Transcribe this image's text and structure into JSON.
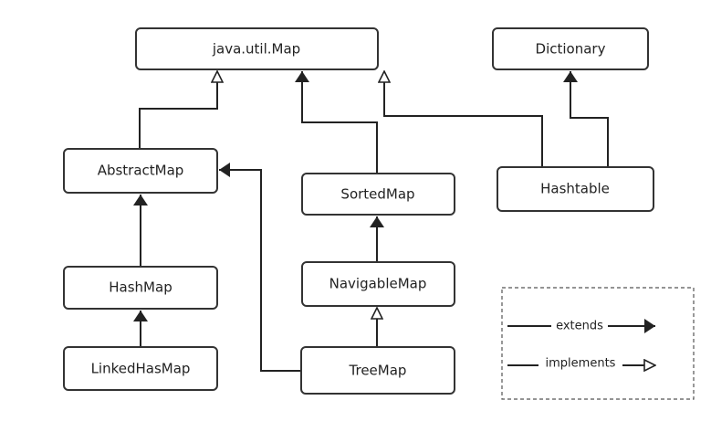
{
  "colors": {
    "line": "#222222",
    "box_border": "#333333",
    "background": "#ffffff"
  },
  "nodes": {
    "map": "java.util.Map",
    "dictionary": "Dictionary",
    "abstract_map": "AbstractMap",
    "sorted_map": "SortedMap",
    "hashtable": "Hashtable",
    "hash_map": "HashMap",
    "navigable_map": "NavigableMap",
    "linked_hash_map": "LinkedHasMap",
    "tree_map": "TreeMap"
  },
  "relations": [
    {
      "from": "abstract_map",
      "to": "map",
      "kind": "implements"
    },
    {
      "from": "sorted_map",
      "to": "map",
      "kind": "extends"
    },
    {
      "from": "hashtable",
      "to": "map",
      "kind": "implements"
    },
    {
      "from": "hashtable",
      "to": "dictionary",
      "kind": "extends"
    },
    {
      "from": "hash_map",
      "to": "abstract_map",
      "kind": "extends"
    },
    {
      "from": "linked_hash_map",
      "to": "hash_map",
      "kind": "extends"
    },
    {
      "from": "tree_map",
      "to": "abstract_map",
      "kind": "extends"
    },
    {
      "from": "navigable_map",
      "to": "sorted_map",
      "kind": "extends"
    },
    {
      "from": "tree_map",
      "to": "navigable_map",
      "kind": "implements"
    }
  ],
  "legend": {
    "extends": "extends",
    "implements": "implements"
  }
}
